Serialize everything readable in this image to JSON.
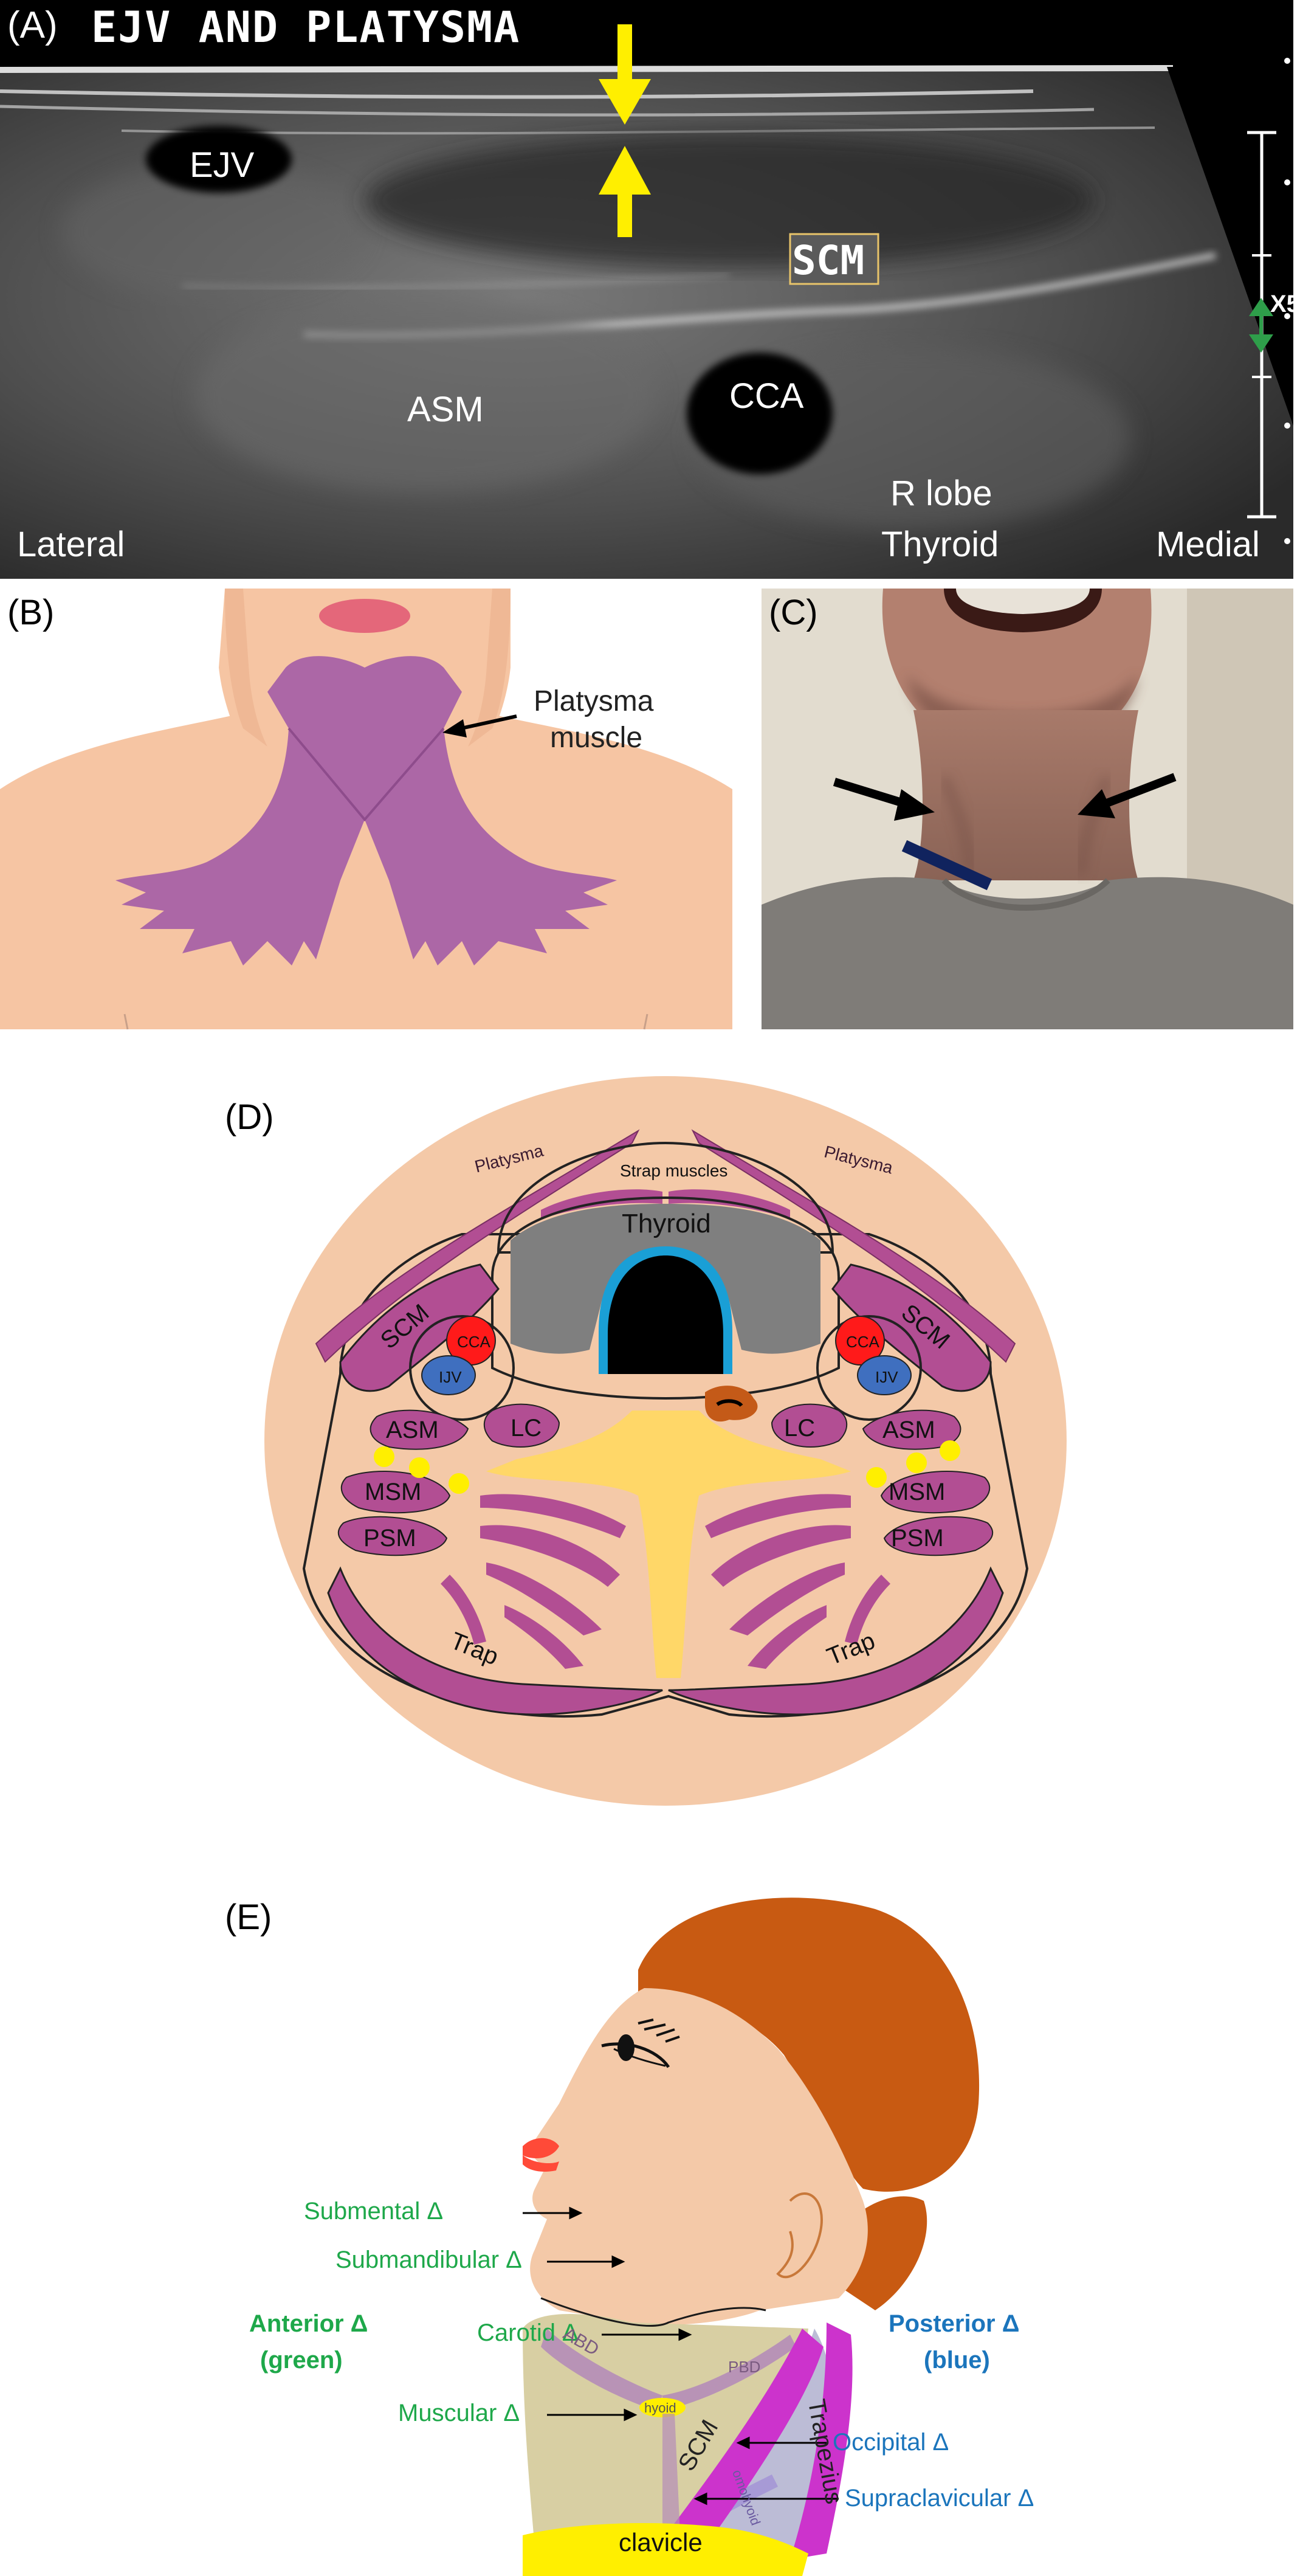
{
  "panel_a": {
    "letter": "(A)",
    "title": "EJV AND PLATYSMA",
    "labels": {
      "ejv": "EJV",
      "scm": "SCM",
      "asm": "ASM",
      "cca": "CCA",
      "r_lobe": "R lobe",
      "thyroid": "Thyroid",
      "lateral": "Lateral",
      "medial": "Medial",
      "zoom": "X5"
    }
  },
  "panel_b": {
    "letter": "(B)",
    "label_line1": "Platysma",
    "label_line2": "muscle"
  },
  "panel_c": {
    "letter": "(C)"
  },
  "panel_d": {
    "letter": "(D)",
    "labels": {
      "platysma_left": "Platysma",
      "platysma_right": "Platysma",
      "strap": "Strap muscles",
      "thyroid": "Thyroid",
      "scm_left": "SCM",
      "scm_right": "SCM",
      "cca_left": "CCA",
      "cca_right": "CCA",
      "ijv_left": "IJV",
      "ijv_right": "IJV",
      "asm_left": "ASM",
      "asm_right": "ASM",
      "lc_left": "LC",
      "lc_right": "LC",
      "msm_left": "MSM",
      "msm_right": "MSM",
      "psm_left": "PSM",
      "psm_right": "PSM",
      "trap_left": "Trap",
      "trap_right": "Trap"
    }
  },
  "panel_e": {
    "letter": "(E)",
    "labels": {
      "submental": "Submental Δ",
      "submandibular": "Submandibular Δ",
      "carotid": "Carotid  Δ",
      "muscular": "Muscular  Δ",
      "anterior_line1": "Anterior Δ",
      "anterior_line2": "(green)",
      "posterior_line1": "Posterior Δ",
      "posterior_line2": "(blue)",
      "occipital": "Occipital Δ",
      "supraclavicular": "Supraclavicular Δ",
      "abd": "ABD",
      "pbd": "PBD",
      "hyoid": "hyoid",
      "scm": "SCM",
      "trapezius": "Trapezius",
      "omohyoid": "omohyoid",
      "clavicle": "clavicle"
    },
    "colors": {
      "anterior": "#1ea84a",
      "posterior": "#1b75bc"
    }
  }
}
